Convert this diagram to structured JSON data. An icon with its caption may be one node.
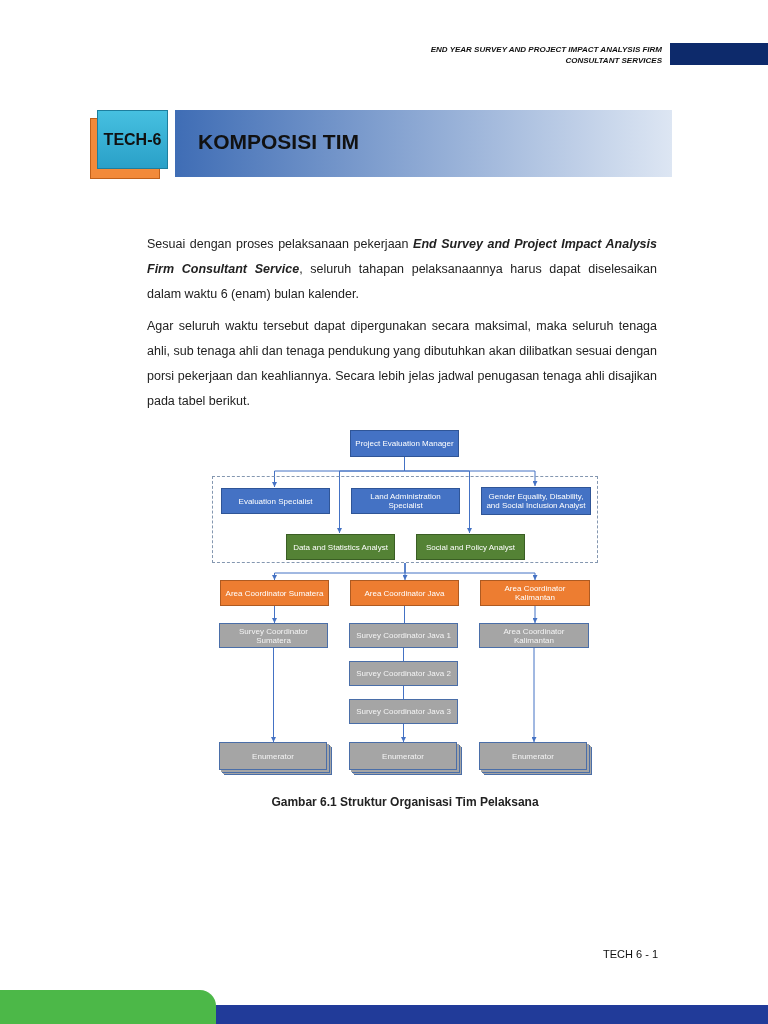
{
  "diagram": {
    "title": "KOMPOSISI TIM",
    "nodes": [
      {
        "text": [
          "Project Evaluation Manager"
        ]
      },
      {
        "text": [],
        "shape": "box"
      },
      {
        "text": [
          "Evaluation Specialist"
        ],
        "in": 1
      },
      {
        "text": [
          "Land Administration Specialist"
        ],
        "in": 1
      },
      {
        "text": [
          "Gender Equality, Disability, and Social Inclusion Analyst"
        ],
        "in": 1
      },
      {
        "text": [
          "Data and Statistics Analyst"
        ],
        "in": 1
      },
      {
        "text": [
          "Social and Policy Analyst"
        ],
        "in": 1
      },
      {
        "text": [
          "Area Coordinator Sumatera"
        ]
      },
      {
        "text": [
          "Area Coordinator Java"
        ]
      },
      {
        "text": [
          "Area Coordinator Kalimantan"
        ]
      },
      {
        "text": [
          "Survey Coordinator Sumatera"
        ]
      },
      {
        "text": [
          "Survey Coordinator Java 1"
        ]
      },
      {
        "text": [
          "Area Coordinator Kalimantan"
        ]
      },
      {
        "text": [
          "Survey Coordinator Java 2"
        ]
      },
      {
        "text": [
          "Survey Coordinator Java 3"
        ]
      },
      {
        "text": [
          "Enumerator"
        ]
      },
      {
        "text": [
          "Enumerator"
        ]
      },
      {
        "text": [
          "Enumerator"
        ]
      }
    ],
    "edges": [
      {
        "from": 0,
        "to": 2,
        "arrow": "to"
      },
      {
        "from": 0,
        "to": 5,
        "arrow": "to"
      },
      {
        "from": 0,
        "to": 6,
        "arrow": "to"
      },
      {
        "from": 0,
        "to": 4,
        "arrow": "to"
      },
      {
        "from": 1,
        "to": 7,
        "arrow": "to"
      },
      {
        "from": 1,
        "to": 8,
        "arrow": "to"
      },
      {
        "from": 1,
        "to": 9,
        "arrow": "to"
      },
      {
        "from": 7,
        "to": 10,
        "arrow": "to"
      },
      {
        "from": 8,
        "to": 11,
        "arrow": "none"
      },
      {
        "from": 9,
        "to": 12,
        "arrow": "to"
      },
      {
        "from": 11,
        "to": 13,
        "arrow": "none"
      },
      {
        "from": 13,
        "to": 14,
        "arrow": "none"
      },
      {
        "from": 10,
        "to": 15,
        "arrow": "to"
      },
      {
        "from": 14,
        "to": 16,
        "arrow": "to"
      },
      {
        "from": 12,
        "to": 17,
        "arrow": "to"
      }
    ],
    "labels": [
      "END YEAR SURVEY AND PROJECT IMPACT ANALYSIS FIRM CONSULTANT SERVICES",
      "TECH-6",
      "Sesuai dengan proses pelaksanaan pekerjaan **End Survey and Project Impact Analysis Firm Consultant Service**, seluruh tahapan pelaksanaannya harus dapat diselesaikan dalam waktu 6 (enam) bulan kalender.",
      "Agar seluruh waktu tersebut dapat dipergunakan secara maksimal, maka seluruh tenaga ahli, sub tenaga ahli dan tenaga pendukung yang dibutuhkan akan dilibatkan sesuai dengan porsi pekerjaan dan keahliannya. Secara lebih jelas jadwal penugasan tenaga ahli disajikan pada tabel berikut.",
      "TECH 6 - 1"
    ],
    "caption": "Gambar 6.1 Struktur Organisasi Tim Pelaksana"
  }
}
